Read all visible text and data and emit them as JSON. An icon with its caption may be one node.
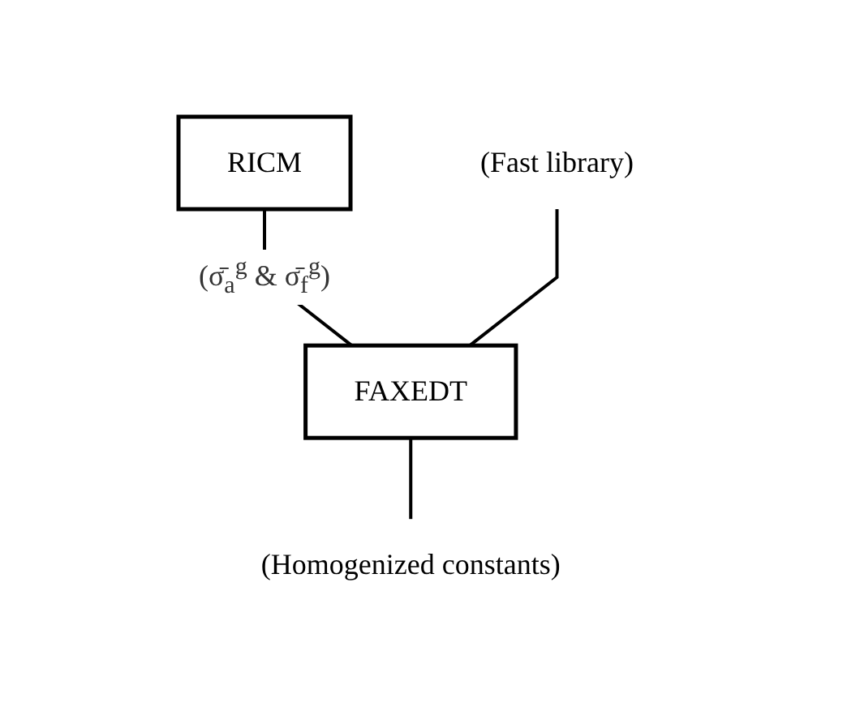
{
  "diagram": {
    "nodes": [
      {
        "text": [
          "RICM"
        ]
      },
      {
        "text": [
          "(Fast library)"
        ]
      },
      {
        "text": [
          "FAXEDT"
        ]
      },
      {
        "text": [
          "(Homogenized constants)"
        ]
      }
    ],
    "edges": [
      {
        "from": 0,
        "to": 2,
        "arrow": "none",
        "label": "(σ̄$_{a}$$^{g}$ & σ̄$_{f}$$^{g}$)"
      },
      {
        "from": 1,
        "to": 2,
        "arrow": "none"
      },
      {
        "from": 2,
        "to": 3,
        "arrow": "none"
      }
    ]
  }
}
